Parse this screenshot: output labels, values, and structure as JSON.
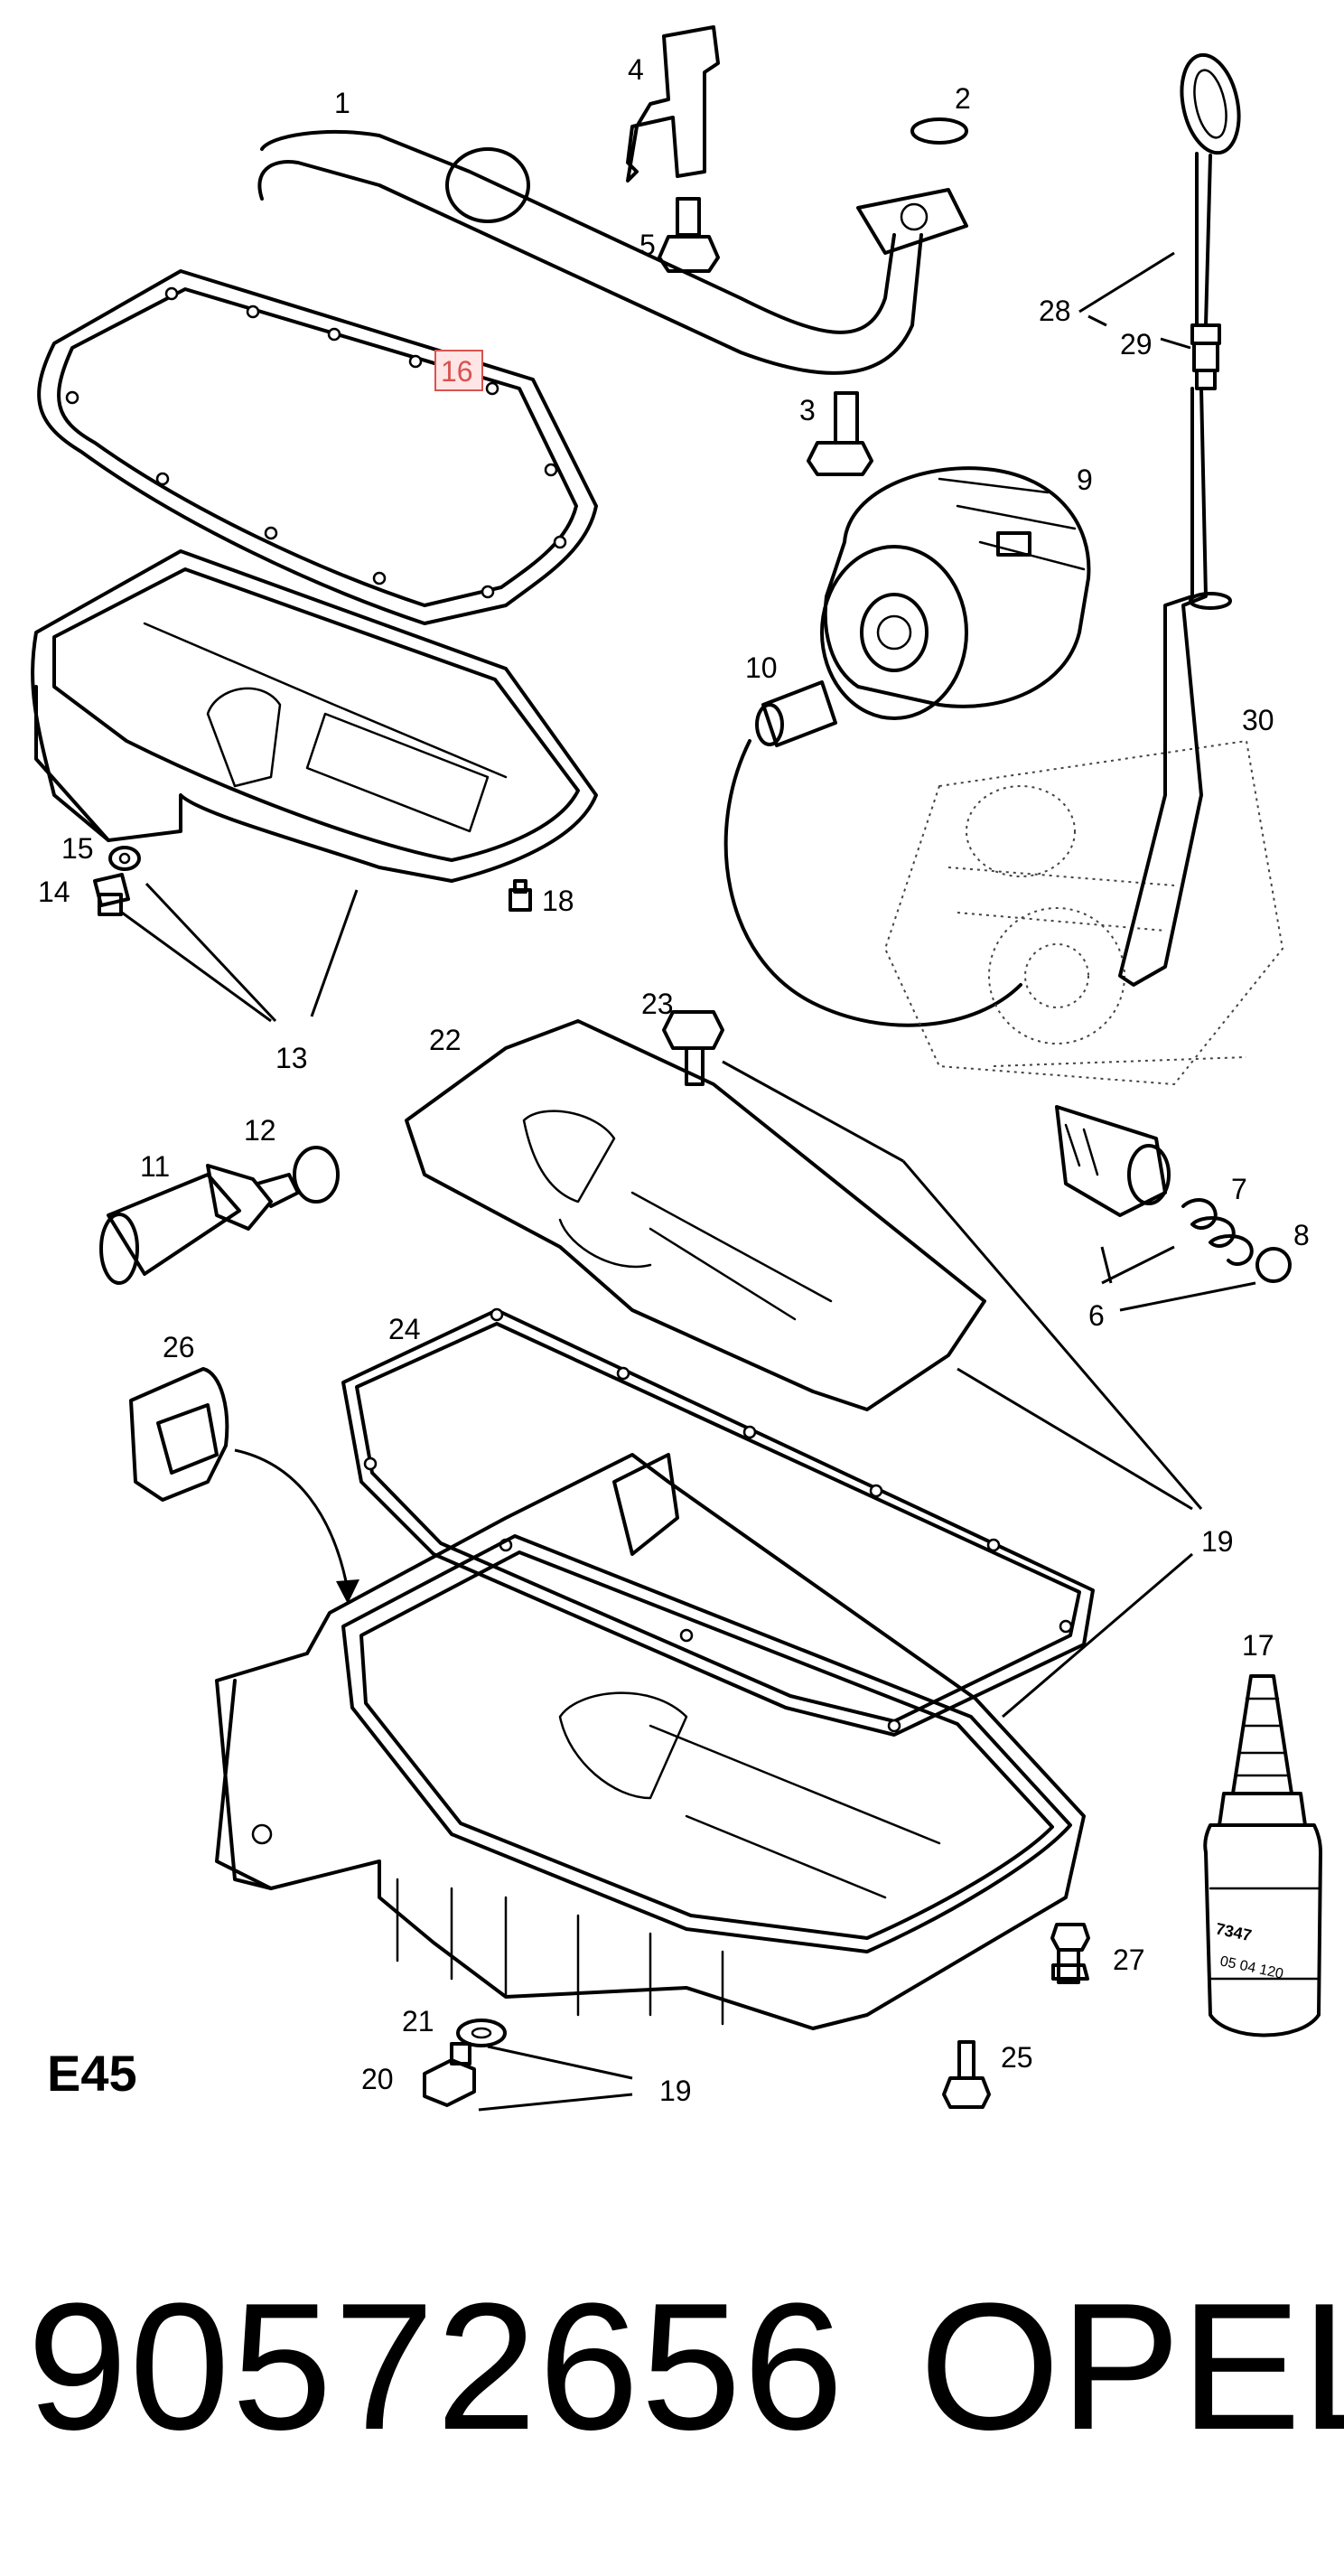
{
  "diagram": {
    "section_code": "E45",
    "part_number": "90572656",
    "brand": "OPEL",
    "highlighted_callout": "16",
    "highlight_color": "#d9534f",
    "callouts": [
      "1",
      "2",
      "3",
      "4",
      "5",
      "6",
      "7",
      "8",
      "9",
      "10",
      "11",
      "12",
      "13",
      "14",
      "15",
      "16",
      "17",
      "18",
      "19",
      "20",
      "21",
      "22",
      "23",
      "24",
      "25",
      "26",
      "27",
      "28",
      "29",
      "30"
    ],
    "callout_19_repeat": "19",
    "bottle_label_a": "7347",
    "bottle_label_b": "05 04 120"
  }
}
